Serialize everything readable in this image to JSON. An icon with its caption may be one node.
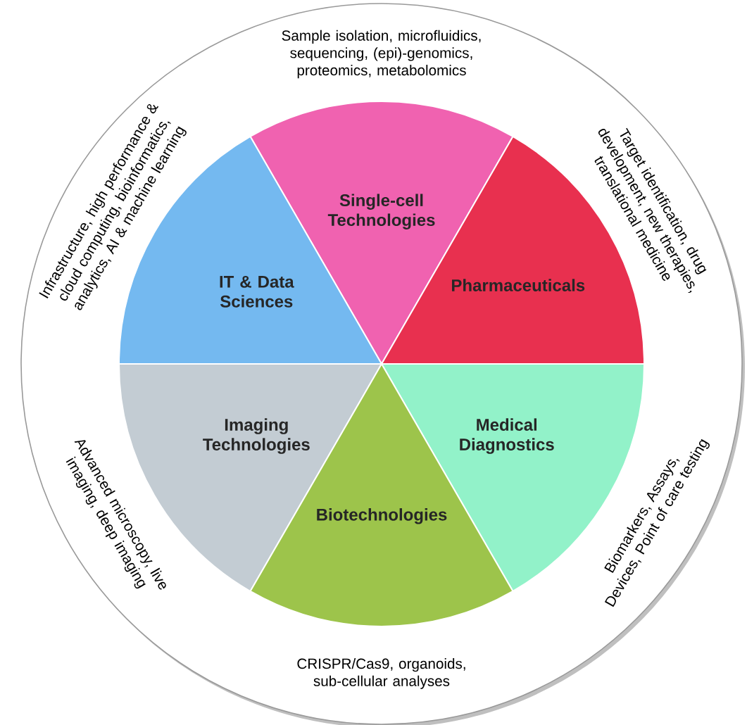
{
  "diagram": {
    "nodes": [
      {
        "text": [
          "Single-cell Technologies"
        ],
        "beside": [
          "Sample isolation, microfluidics, sequencing, (epi)-genomics, proteomics, metabolomics"
        ]
      },
      {
        "text": [
          "IT & Data Sciences"
        ],
        "beside": [
          "Infrastructure, high performance & cloud computing, bioinformatics, analytics, AI & machine learning"
        ]
      },
      {
        "text": [
          "Pharmaceuticals"
        ],
        "beside": [
          "Target identification, drug development, new therapies, translational medicine"
        ]
      },
      {
        "text": [
          "Imaging Technologies"
        ],
        "beside": [
          "Advanced microscopy, live imaging, deep imaging"
        ]
      },
      {
        "text": [
          "Medical Diagnostics"
        ],
        "beside": [
          "Biomarkers, Assays, Devices, Point of care testing"
        ]
      },
      {
        "text": [
          "Biotechnologies"
        ],
        "beside": [
          "CRISPR/Cas9, organoids, sub-cellular analyses"
        ]
      }
    ]
  }
}
